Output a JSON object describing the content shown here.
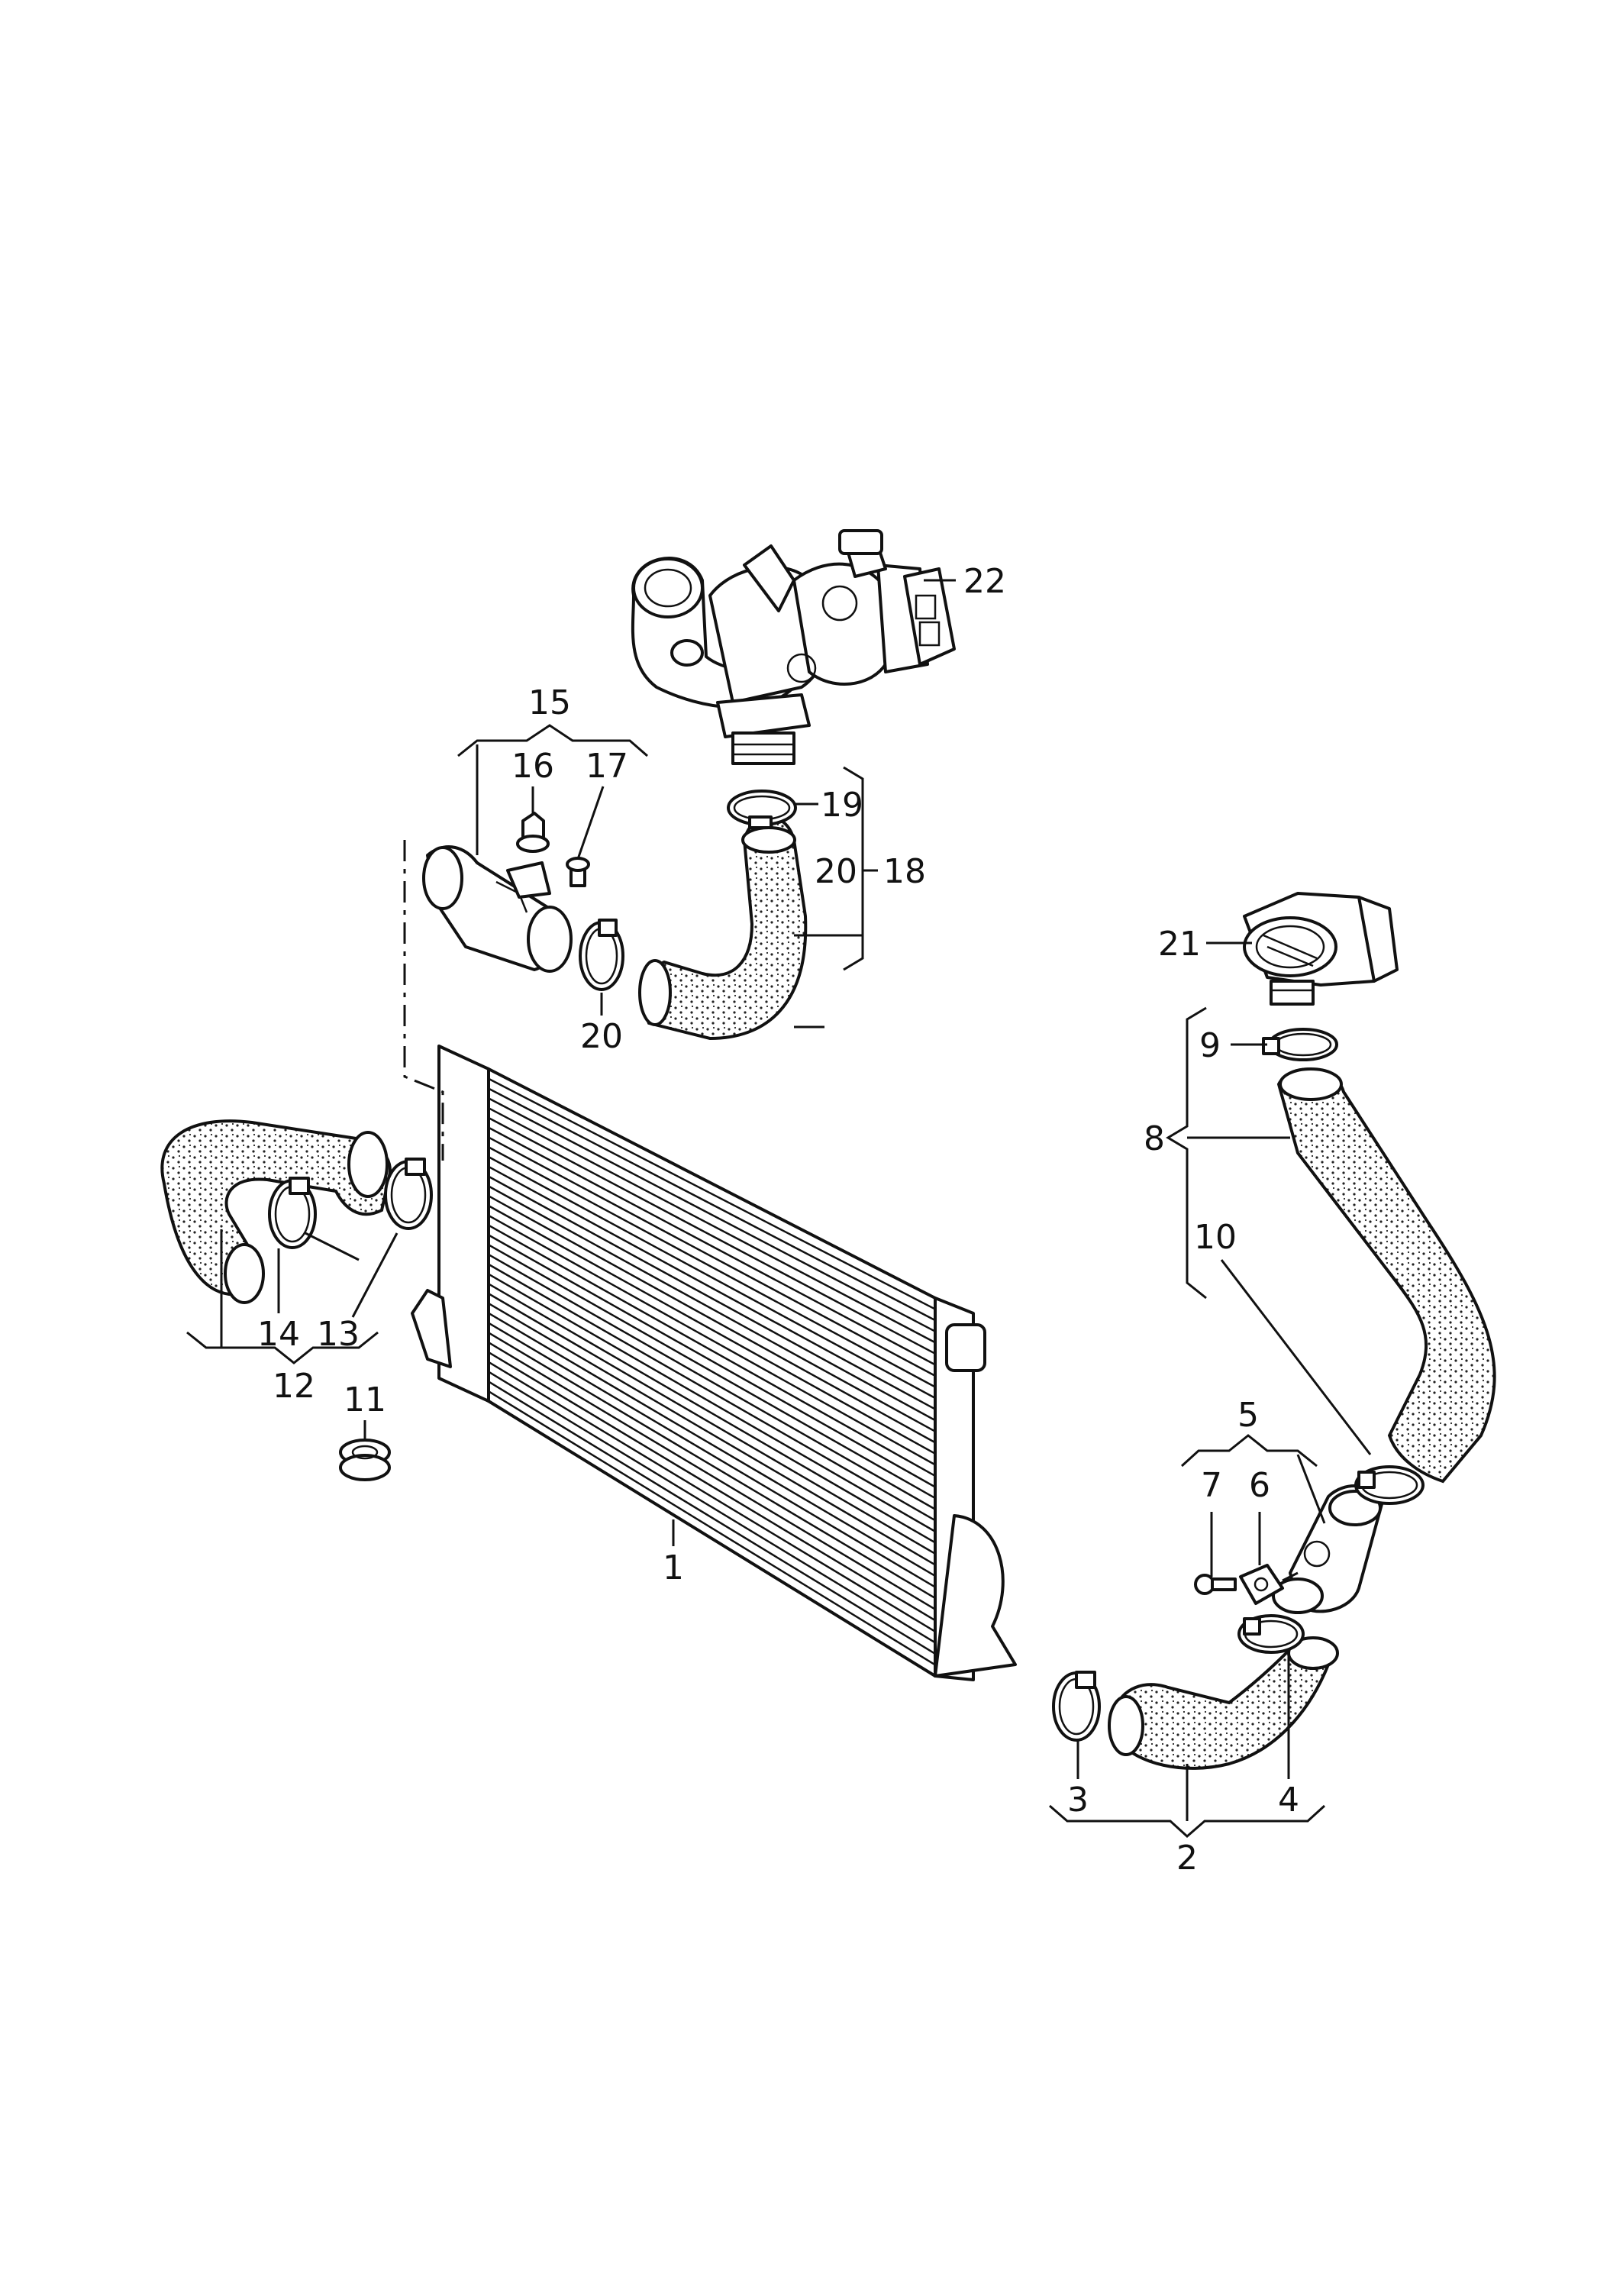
{
  "callouts": {
    "c1": "1",
    "c2": "2",
    "c3": "3",
    "c4": "4",
    "c5": "5",
    "c6": "6",
    "c7": "7",
    "c8": "8",
    "c9": "9",
    "c10": "10",
    "c11": "11",
    "c12": "12",
    "c13": "13",
    "c14": "14",
    "c15": "15",
    "c16": "16",
    "c17": "17",
    "c18": "18",
    "c19": "19",
    "c20a": "20",
    "c20b": "20",
    "c21": "21",
    "c22": "22"
  }
}
